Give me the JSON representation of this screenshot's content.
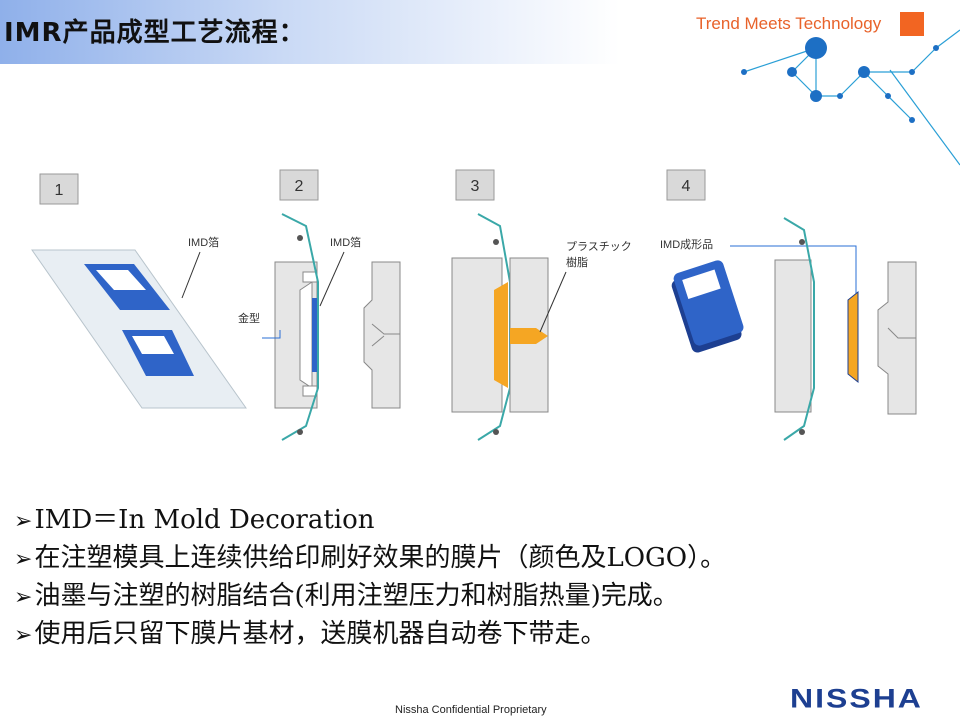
{
  "header": {
    "title": "IMR产品成型工艺流程：",
    "tagline": "Trend Meets Technology"
  },
  "diagram": {
    "steps": [
      "1",
      "2",
      "3",
      "4"
    ],
    "labels": {
      "imd_foil_1": "IMD箔",
      "imd_foil_2": "IMD箔",
      "mold": "金型",
      "plastic_resin_line1": "プラスチック",
      "plastic_resin_line2": "樹脂",
      "imd_molded_part": "IMD成形品"
    }
  },
  "bullets": [
    "IMD＝In Mold Decoration",
    "在注塑模具上连续供给印刷好效果的膜片（颜色及LOGO）。",
    "油墨与注塑的树脂结合(利用注塑压力和树脂热量)完成。",
    "使用后只留下膜片基材，送膜机器自动卷下带走。"
  ],
  "footer": {
    "confidential": "Nissha Confidential Proprietary",
    "logo": "NISSHA"
  },
  "colors": {
    "brand_blue": "#1d3f91",
    "accent_orange": "#f26522",
    "foil_teal": "#3aa8a8"
  }
}
